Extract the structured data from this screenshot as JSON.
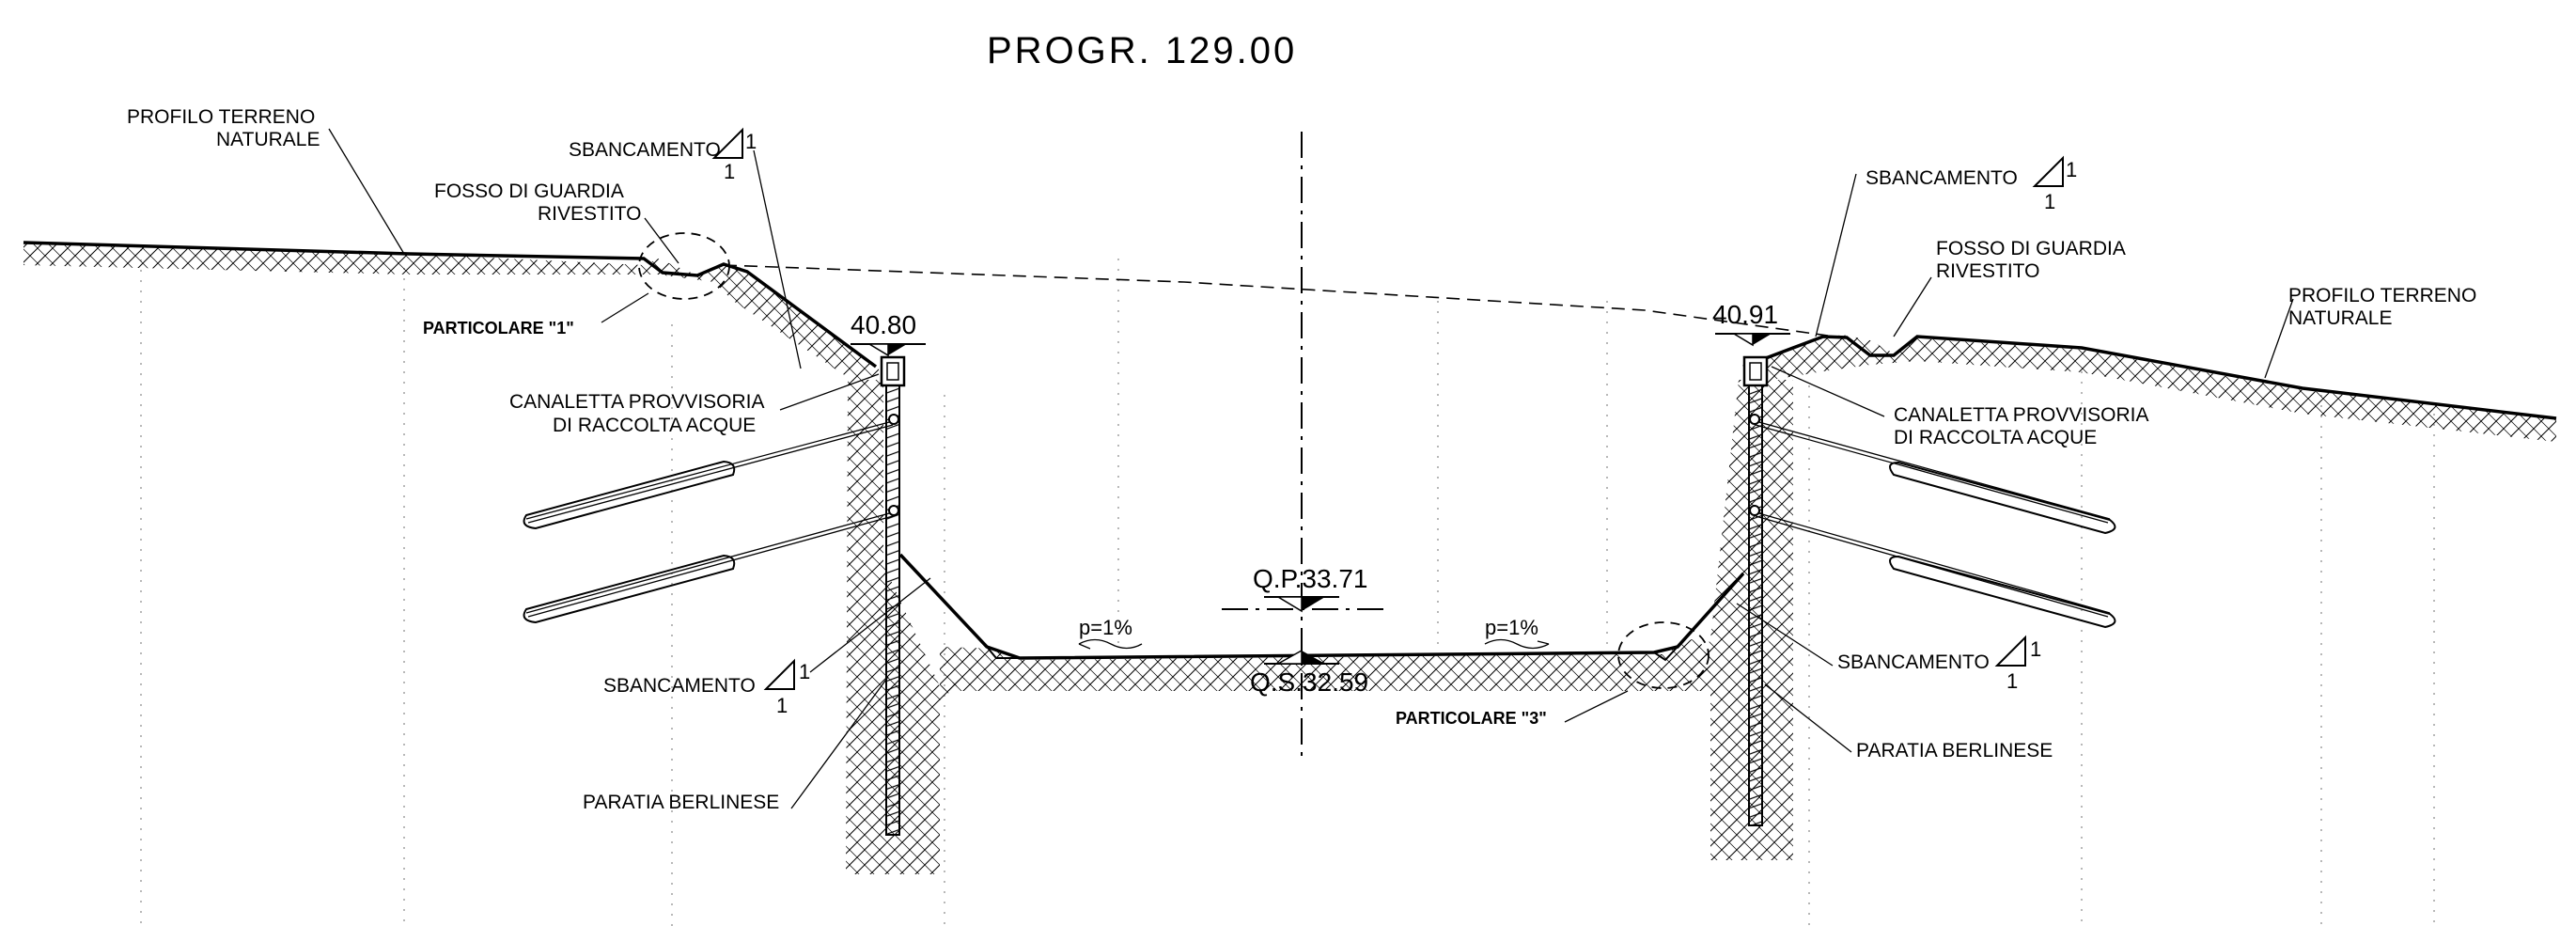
{
  "title": "PROGR. 129.00",
  "labels": {
    "profilo_left_1": "PROFILO TERRENO",
    "profilo_left_2": "NATURALE",
    "profilo_right_1": "PROFILO TERRENO",
    "profilo_right_2": "NATURALE",
    "sbanc_top_left": "SBANCAMENTO",
    "sbanc_top_right": "SBANCAMENTO",
    "sbanc_low_left": "SBANCAMENTO",
    "sbanc_low_right": "SBANCAMENTO",
    "slope_one": "1",
    "fosso_left_1": "FOSSO DI GUARDIA",
    "fosso_left_2": "RIVESTITO",
    "fosso_right_1": "FOSSO DI GUARDIA",
    "fosso_right_2": "RIVESTITO",
    "particolare_1": "PARTICOLARE \"1\"",
    "particolare_3": "PARTICOLARE \"3\"",
    "canaletta_left_1": "CANALETTA PROVVISORIA",
    "canaletta_left_2": "DI RACCOLTA ACQUE",
    "canaletta_right_1": "CANALETTA PROVVISORIA",
    "canaletta_right_2": "DI RACCOLTA ACQUE",
    "paratia_left": "PARATIA BERLINESE",
    "paratia_right": "PARATIA BERLINESE",
    "slope_pct_left": "p=1%",
    "slope_pct_right": "p=1%"
  },
  "elevations": {
    "left_top": "40.80",
    "right_top": "40.91",
    "qp": "Q.P.33.71",
    "qs": "Q.S.32.59"
  }
}
